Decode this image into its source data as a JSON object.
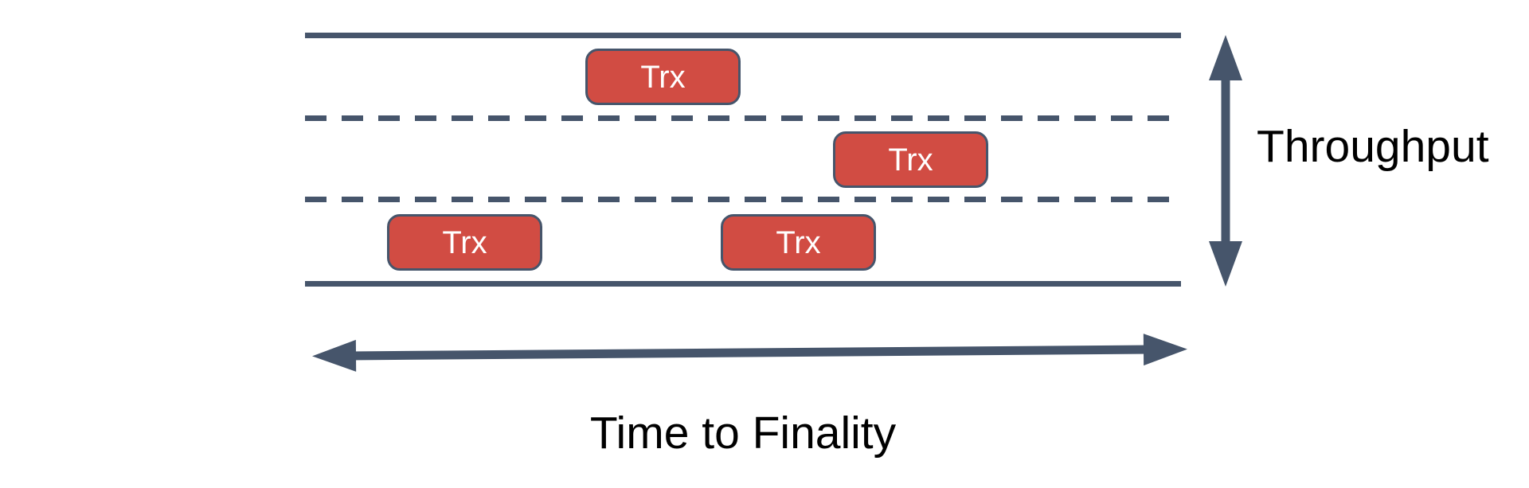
{
  "diagram": {
    "title_hint": "Blockchain throughput vs time-to-finality lanes diagram",
    "boxes": [
      {
        "label": "Trx",
        "lane": "top"
      },
      {
        "label": "Trx",
        "lane": "middle"
      },
      {
        "label": "Trx",
        "lane": "bottom"
      },
      {
        "label": "Trx",
        "lane": "bottom"
      }
    ],
    "axes": {
      "vertical_label": "Throughput",
      "horizontal_label": "Time to Finality"
    },
    "colors": {
      "line_slate": "#46556B",
      "box_red": "#D14C43",
      "box_text": "#FFFFFF",
      "label_text": "#000000",
      "background": "#FFFFFF"
    }
  }
}
